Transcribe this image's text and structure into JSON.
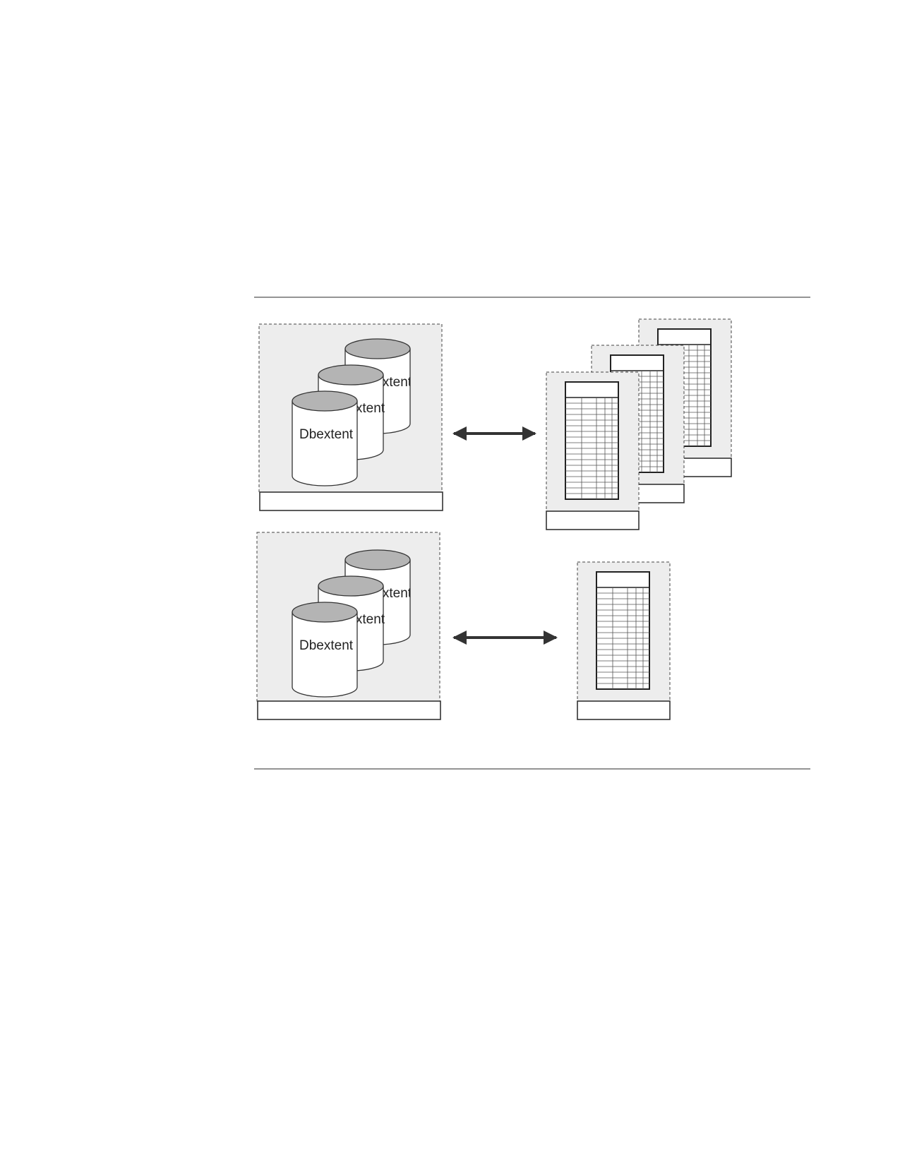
{
  "figure": {
    "top_group": {
      "storage_pool": {
        "cylinders": [
          {
            "label": "Dbextent"
          },
          {
            "label": "Dbextent"
          },
          {
            "label": "Dbextent"
          }
        ],
        "caption": ""
      },
      "arrow": "double-arrow-icon",
      "tables": [
        {
          "caption": ""
        },
        {
          "caption": ""
        },
        {
          "caption": ""
        }
      ]
    },
    "bottom_group": {
      "storage_pool": {
        "cylinders": [
          {
            "label": "Dbextent"
          },
          {
            "label": "Dbextent"
          },
          {
            "label": "Dbextent"
          }
        ],
        "caption": ""
      },
      "arrow": "double-arrow-icon",
      "tables": [
        {
          "caption": ""
        }
      ]
    }
  },
  "colors": {
    "panel_fill": "#ededed",
    "cylinder_top": "#b4b4b4",
    "line": "#333333"
  }
}
